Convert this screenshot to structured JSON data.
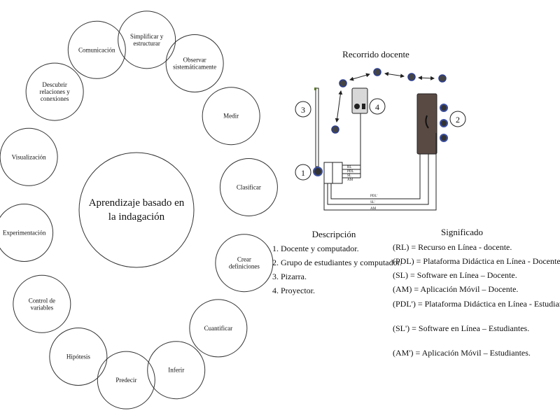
{
  "cycle": {
    "center": [
      "Aprendizaje basado en",
      "la indagación"
    ],
    "nodes": [
      {
        "lines": [
          "Simplificar y",
          "estructurar"
        ]
      },
      {
        "lines": [
          "Observar",
          "sistemáticamente"
        ]
      },
      {
        "lines": [
          "Medir"
        ]
      },
      {
        "lines": [
          "Clasificar"
        ]
      },
      {
        "lines": [
          "Crear",
          "definiciones"
        ]
      },
      {
        "lines": [
          "Cuantificar"
        ]
      },
      {
        "lines": [
          "Inferir"
        ]
      },
      {
        "lines": [
          "Predecir"
        ]
      },
      {
        "lines": [
          "Hipótesis"
        ]
      },
      {
        "lines": [
          "Control de",
          "variables"
        ]
      },
      {
        "lines": [
          "Experimentación"
        ]
      },
      {
        "lines": [
          "Visualización"
        ]
      },
      {
        "lines": [
          "Descubrir",
          "relaciones y",
          "conexiones"
        ]
      },
      {
        "lines": [
          "Comunicación"
        ]
      }
    ]
  },
  "classroom": {
    "title": "Recorrido docente",
    "markers": [
      "1",
      "2",
      "3",
      "4"
    ],
    "wire_labels": [
      "RL",
      "PDL",
      "SL",
      "AM"
    ],
    "bottom_labels": [
      "PDL'",
      "SL'",
      "AM"
    ]
  },
  "description": {
    "title": "Descripción",
    "items": [
      "1. Docente y computador.",
      "2. Grupo de estudiantes y computador.",
      "3. Pizarra.",
      "4. Proyector."
    ]
  },
  "meaning": {
    "title": "Significado",
    "items": [
      "(RL) = Recurso en Línea - docente.",
      "(PDL) = Plataforma Didáctica en Línea - Docente.",
      "(SL) = Software en Línea – Docente.",
      "(AM) = Aplicación Móvil – Docente.",
      "(PDL') = Plataforma Didáctica en Línea - Estudiantes.",
      "(SL') = Software en Línea – Estudiantes.",
      "(AM') = Aplicación Móvil – Estudiantes."
    ]
  }
}
